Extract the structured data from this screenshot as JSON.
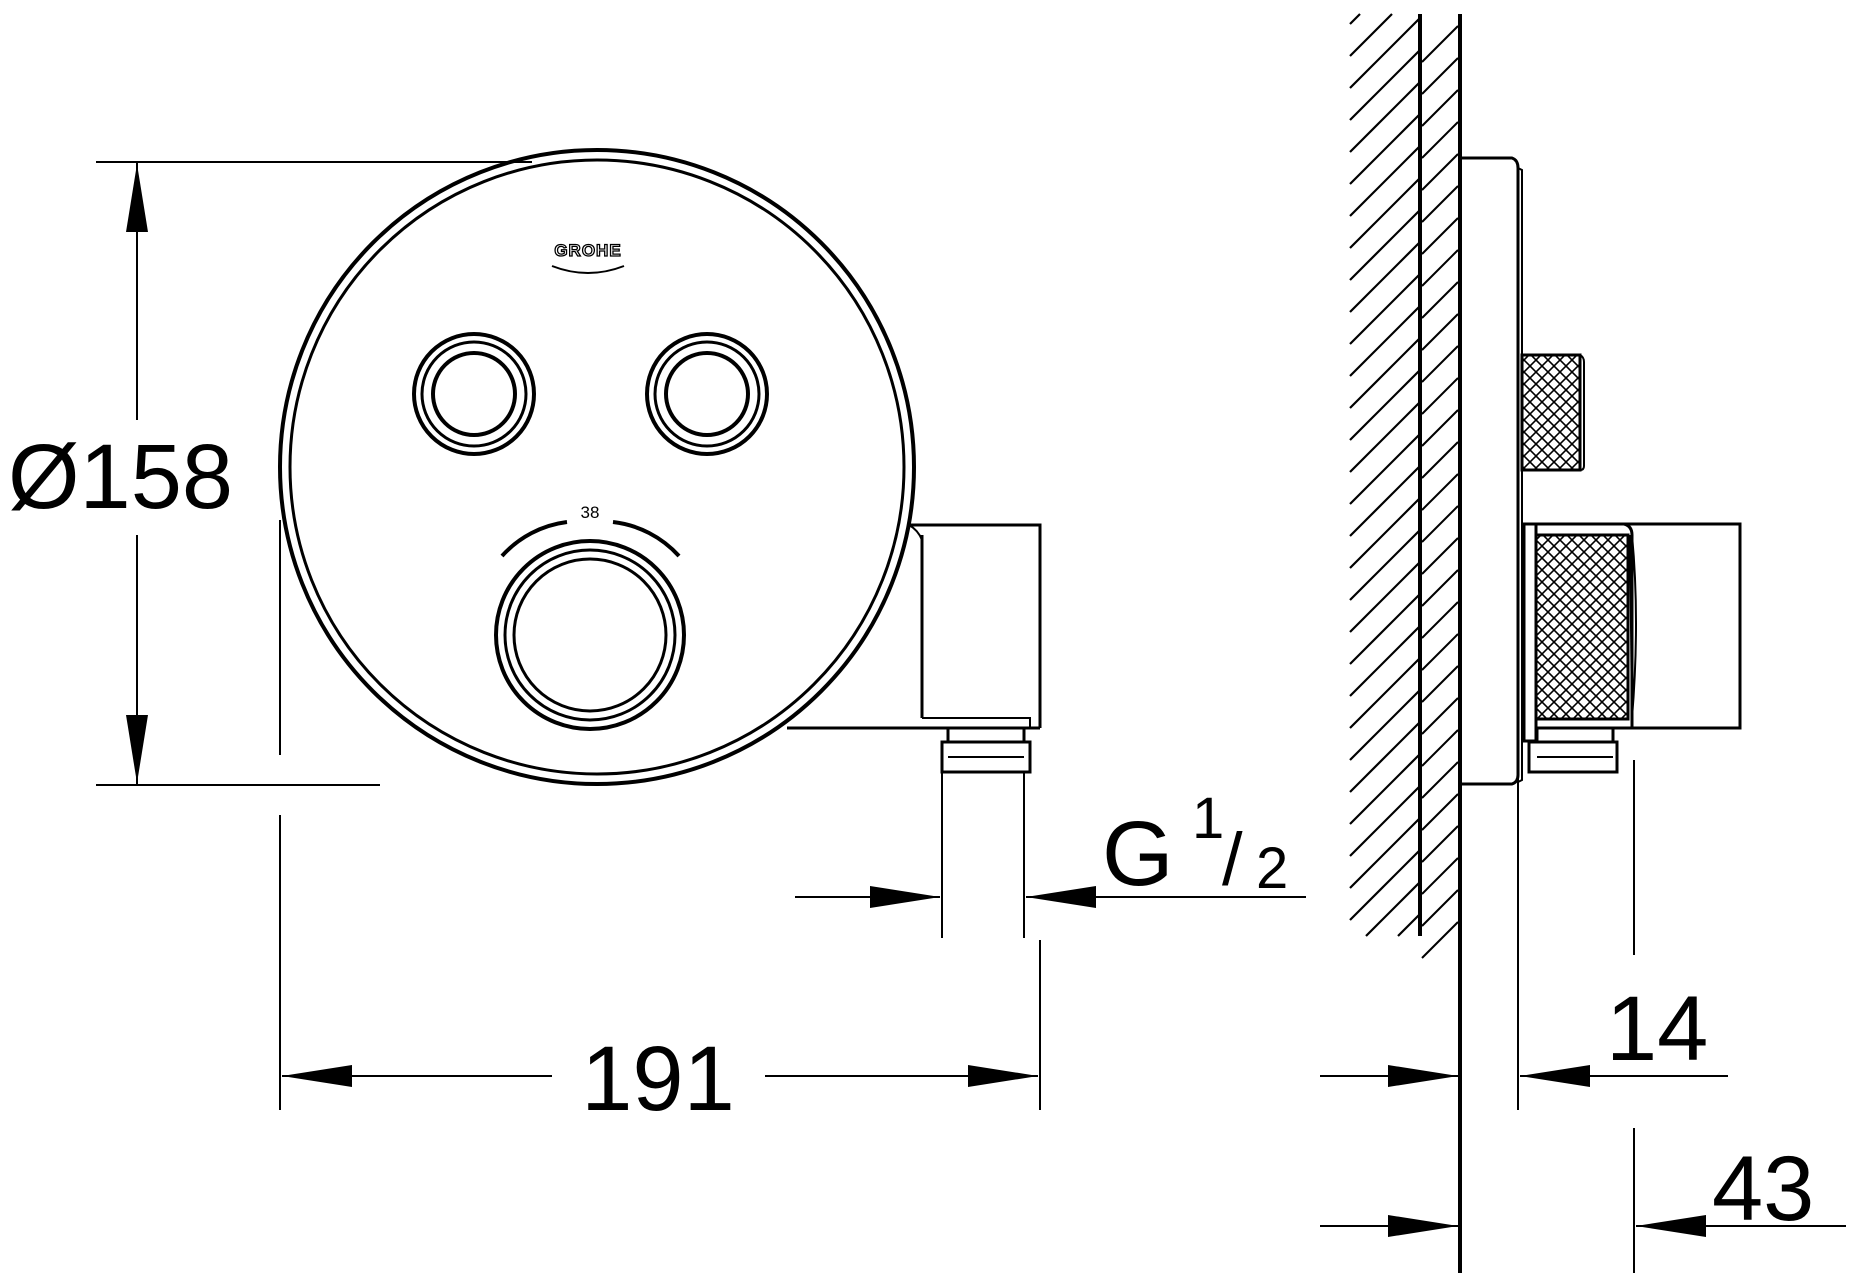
{
  "brand_logo": "GROHE",
  "dimensions": {
    "diameter": "Ø158",
    "width": "191",
    "thread_main": "G",
    "thread_num": "1",
    "thread_slash": "/",
    "thread_den": "2",
    "projection": "14",
    "depth": "43"
  },
  "thermostat_label": "38"
}
